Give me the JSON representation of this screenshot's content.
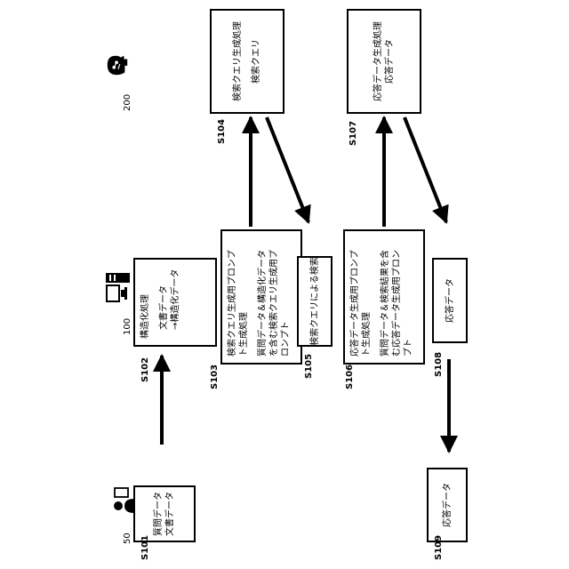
{
  "actors": {
    "user": {
      "ref": "50",
      "icon": "user-with-terminal-icon"
    },
    "server": {
      "ref": "100",
      "icon": "computer-server-icon"
    },
    "llm": {
      "ref": "200",
      "icon": "ai-head-icon"
    }
  },
  "steps": {
    "s101": {
      "label": "S101",
      "lines": [
        "質問データ",
        "文書データ"
      ]
    },
    "s102": {
      "label": "S102",
      "lines": [
        "構造化処理",
        "",
        "文書データ",
        "→構造化データ"
      ]
    },
    "s103": {
      "label": "S103",
      "lines": [
        "検索クエリ生成用プロンプ",
        "ト生成処理",
        "",
        "質問データ＆構造化データ",
        "を含む検索クエリ生成用プ",
        "ロンプト"
      ]
    },
    "s104": {
      "label": "S104",
      "lines": [
        "検索クエリ生成処理",
        "",
        "検索クエリ"
      ]
    },
    "s105": {
      "label": "S105",
      "lines": [
        "検索クエリによる検索"
      ]
    },
    "s106": {
      "label": "S106",
      "lines": [
        "応答データ生成用プロンプ",
        "ト生成処理",
        "",
        "質問データ＆検索結果を含",
        "む応答データ生成用プロン",
        "プト"
      ]
    },
    "s107": {
      "label": "S107",
      "lines": [
        "応答データ生成処理",
        "応答データ"
      ]
    },
    "s108": {
      "label": "S108",
      "lines": [
        "応答データ"
      ]
    },
    "s109": {
      "label": "S109",
      "lines": [
        "応答データ"
      ]
    }
  },
  "colors": {
    "line": "#000000",
    "background": "#ffffff"
  }
}
